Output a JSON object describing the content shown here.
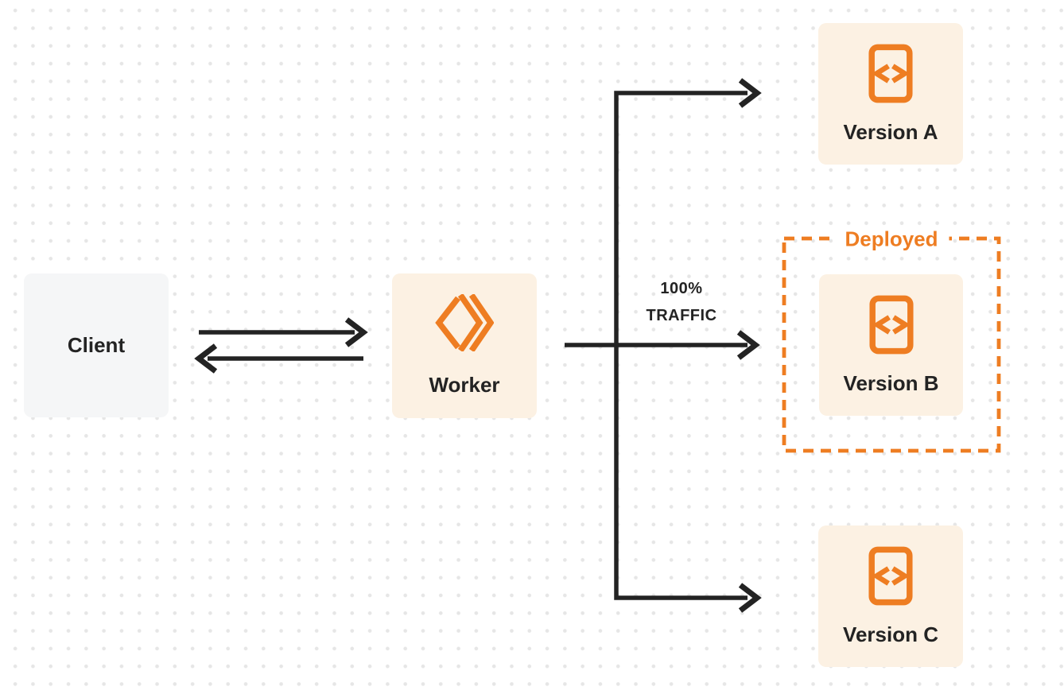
{
  "colors": {
    "bg": "#ffffff",
    "dot": "#e6e6e6",
    "ink": "#232323",
    "orange": "#ee7d22",
    "cream": "#fcf1e3",
    "gray": "#f5f6f7"
  },
  "nodes": {
    "client": {
      "label": "Client"
    },
    "worker": {
      "label": "Worker",
      "icon": "workers-logo-icon"
    },
    "versions": [
      {
        "label": "Version A",
        "icon": "code-file-icon"
      },
      {
        "label": "Version B",
        "icon": "code-file-icon"
      },
      {
        "label": "Version C",
        "icon": "code-file-icon"
      }
    ]
  },
  "annotations": {
    "deployed_label": "Deployed",
    "traffic_label": {
      "line1": "100%",
      "line2": "TRAFFIC"
    }
  }
}
